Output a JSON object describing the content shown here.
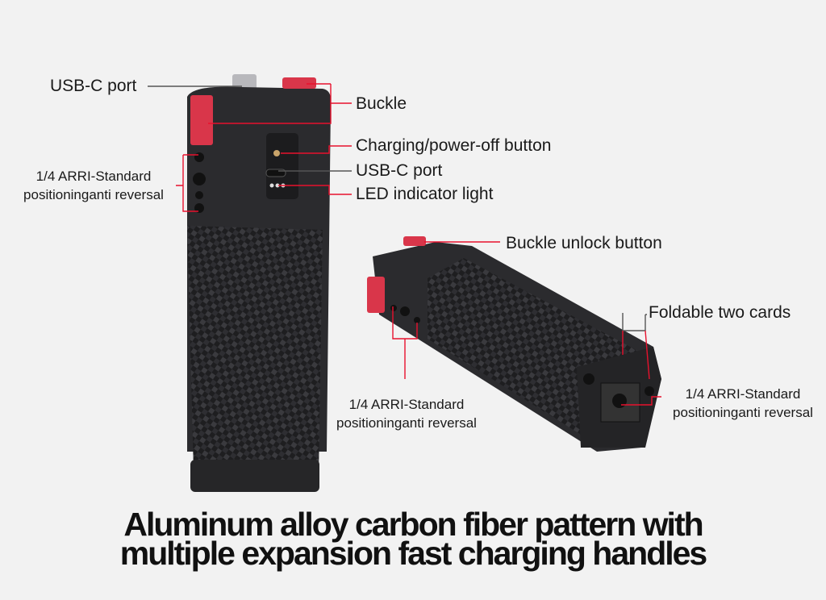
{
  "labels": {
    "usb_c_top": "USB-C port",
    "buckle": "Buckle",
    "charging_button": "Charging/power-off button",
    "usb_c_side": "USB-C port",
    "led": "LED indicator light",
    "arri_left_line1": "1/4 ARRI-Standard",
    "arri_left_line2": "positioninganti reversal",
    "buckle_unlock": "Buckle unlock button",
    "foldable": "Foldable two cards",
    "arri_mid_line1": "1/4 ARRI-Standard",
    "arri_mid_line2": "positioninganti reversal",
    "arri_right_line1": "1/4 ARRI-Standard",
    "arri_right_line2": "positioninganti reversal"
  },
  "headline": {
    "line1": "Aluminum alloy carbon fiber pattern with",
    "line2": "multiple expansion fast charging handles"
  },
  "colors": {
    "accent_red": "#e8112d",
    "buckle_red": "#d9364a",
    "body": "#2a2a2c",
    "background": "#f2f2f2"
  }
}
